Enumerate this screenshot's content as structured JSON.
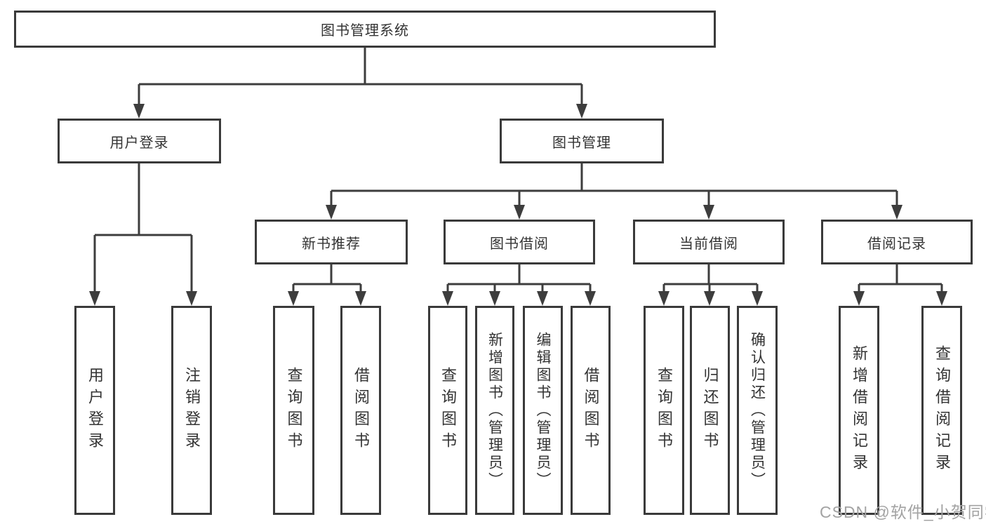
{
  "tree": {
    "label": "图书管理系统",
    "children": [
      {
        "label": "用户登录",
        "children": [
          {
            "label": "用户登录"
          },
          {
            "label": "注销登录"
          }
        ]
      },
      {
        "label": "图书管理",
        "children": [
          {
            "label": "新书推荐",
            "children": [
              {
                "label": "查询图书"
              },
              {
                "label": "借阅图书"
              }
            ]
          },
          {
            "label": "图书借阅",
            "children": [
              {
                "label": "查询图书"
              },
              {
                "label": "新增图书（管理员）"
              },
              {
                "label": "编辑图书（管理员）"
              },
              {
                "label": "借阅图书"
              }
            ]
          },
          {
            "label": "当前借阅",
            "children": [
              {
                "label": "查询图书"
              },
              {
                "label": "归还图书"
              },
              {
                "label": "确认归还（管理员）"
              }
            ]
          },
          {
            "label": "借阅记录",
            "children": [
              {
                "label": "新增借阅记录"
              },
              {
                "label": "查询借阅记录"
              }
            ]
          }
        ]
      }
    ]
  },
  "watermark": {
    "text": "CSDN @软件_小贺同学"
  },
  "colors": {
    "line": "#3d3d3d",
    "border": "#3a3a3a",
    "text": "#333333",
    "background": "#ffffff",
    "watermark": "#a3a3a3"
  }
}
